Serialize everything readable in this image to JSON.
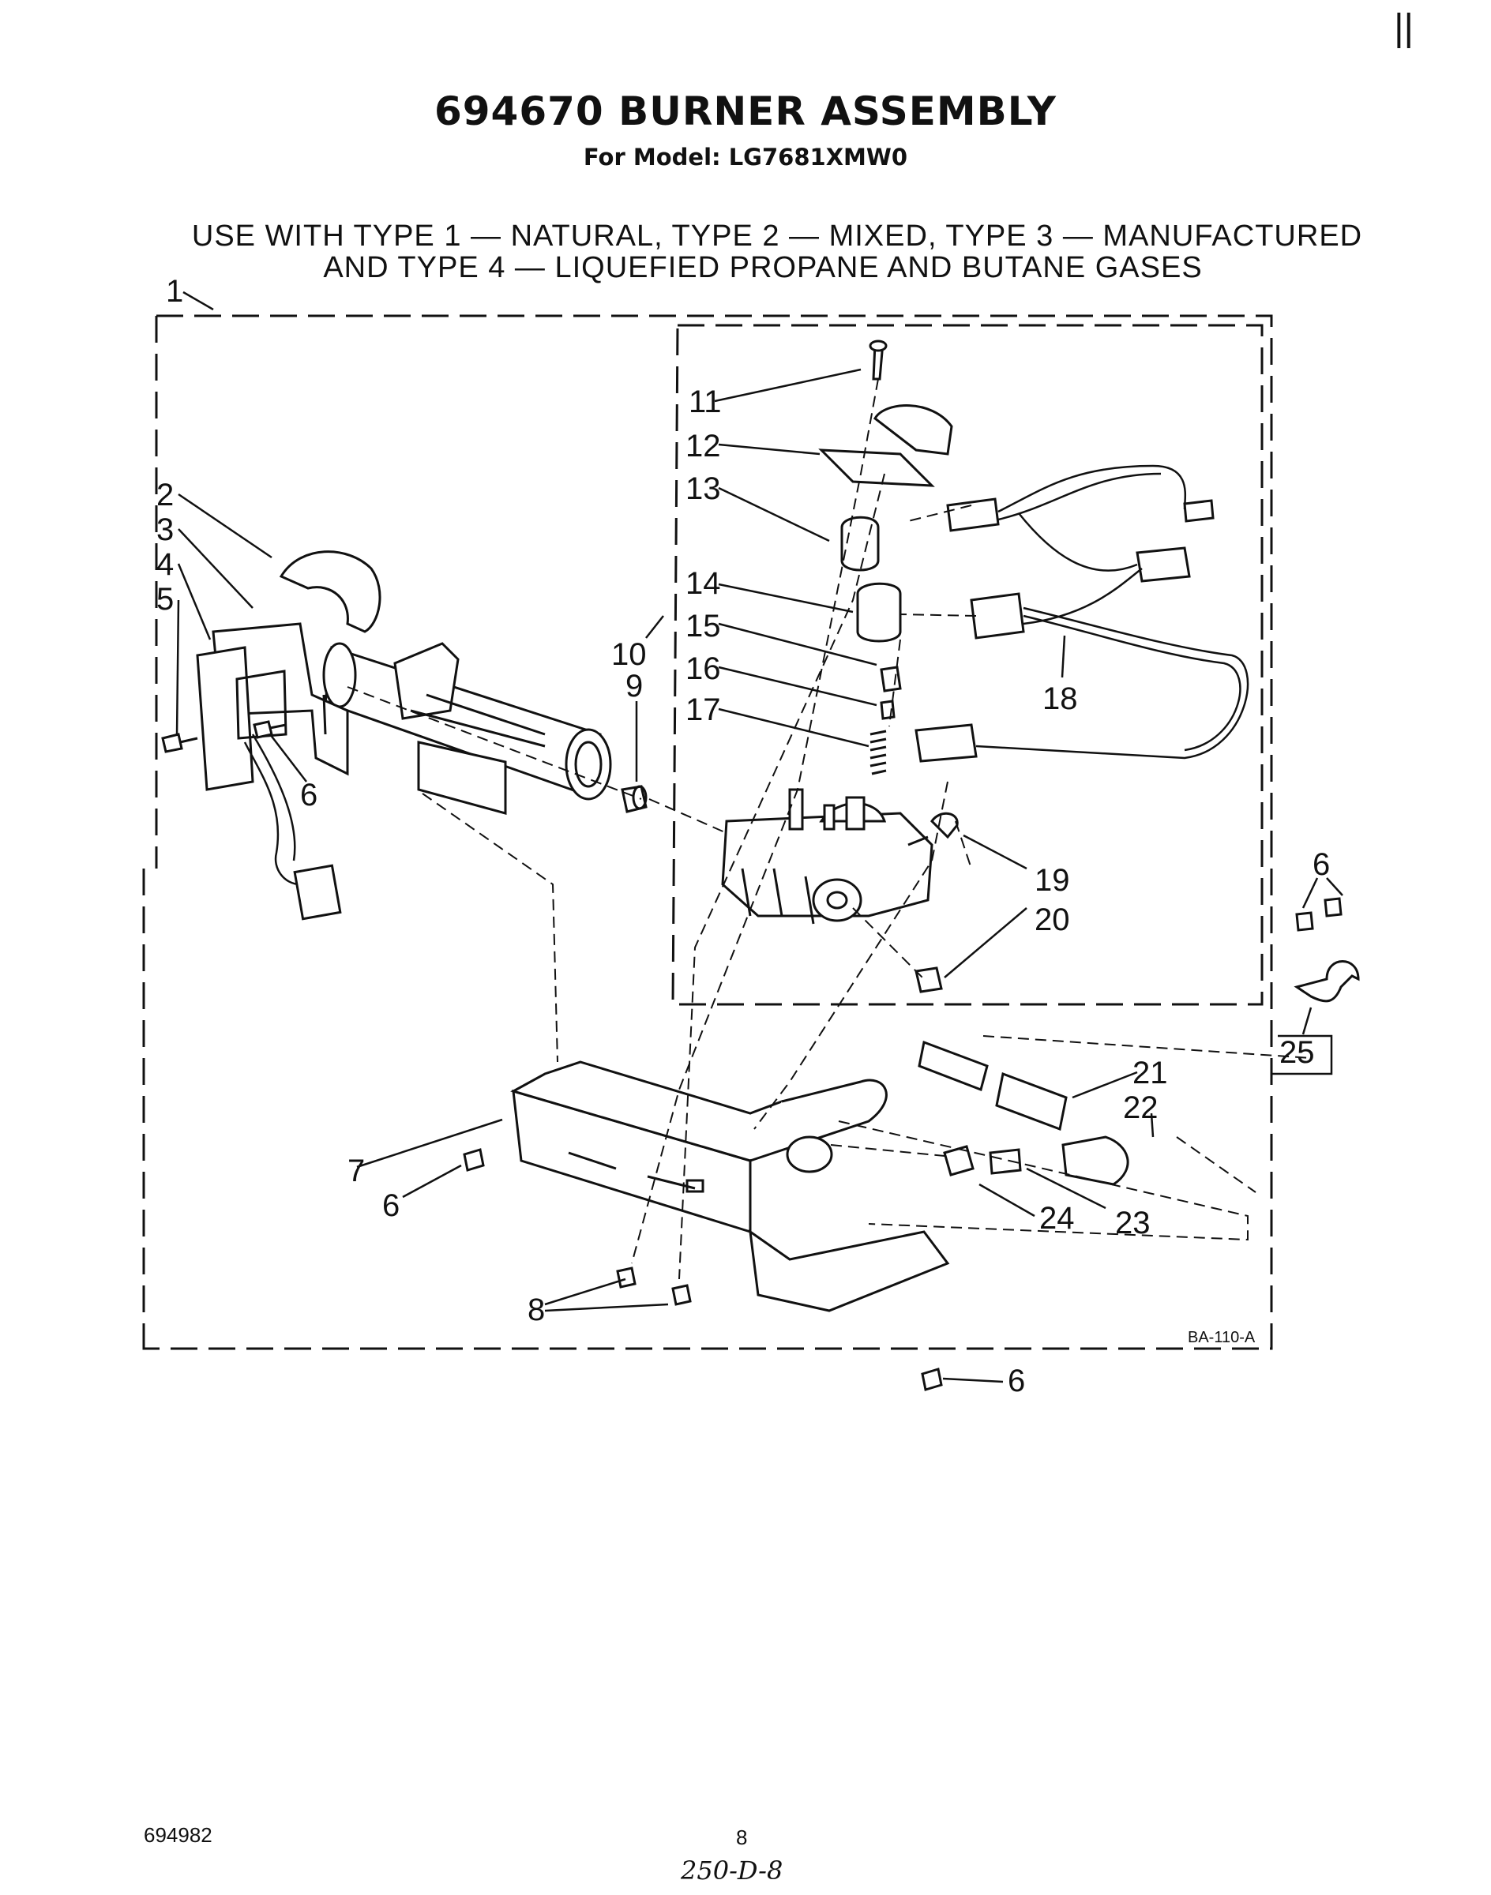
{
  "header": {
    "title": "694670 BURNER ASSEMBLY",
    "subtitle": "For Model: LG7681XMW0",
    "usage_line1": "USE WITH TYPE 1 — NATURAL, TYPE 2 — MIXED, TYPE 3 — MANUFACTURED",
    "usage_line2": "AND TYPE 4 — LIQUEFIED PROPANE AND BUTANE GASES"
  },
  "margin_mark": "||",
  "diagram": {
    "code": "BA-110-A",
    "callouts": {
      "c1": "1",
      "c2": "2",
      "c3": "3",
      "c4": "4",
      "c5": "5",
      "c6a": "6",
      "c6b": "6",
      "c6c": "6",
      "c6d": "6",
      "c7": "7",
      "c8": "8",
      "c9": "9",
      "c10": "10",
      "c11": "11",
      "c12": "12",
      "c13": "13",
      "c14": "14",
      "c15": "15",
      "c16": "16",
      "c17": "17",
      "c18": "18",
      "c19": "19",
      "c20": "20",
      "c21": "21",
      "c22": "22",
      "c23": "23",
      "c24": "24",
      "c25": "25"
    }
  },
  "footer": {
    "doc_number": "694982",
    "page_number": "8",
    "handwritten": "250-D-8"
  }
}
